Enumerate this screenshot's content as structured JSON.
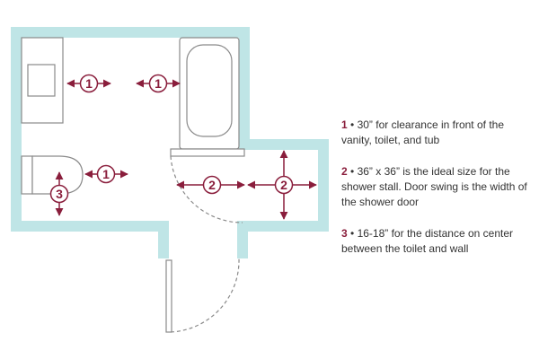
{
  "colors": {
    "wall": "#bfe5e6",
    "fixture": "#8a8a8a",
    "accent": "#8a1e3c",
    "text": "#333333"
  },
  "markers": {
    "one": "1",
    "two": "2",
    "three": "3"
  },
  "legend": [
    {
      "number": "1",
      "separator": "•",
      "text": "30” for clearance in front of the vanity, toilet, and tub"
    },
    {
      "number": "2",
      "separator": "•",
      "text": "36” x 36” is the ideal size for the shower stall. Door swing is the width of the shower door"
    },
    {
      "number": "3",
      "separator": "•",
      "text": "16-18” for the distance on center between the toilet and wall"
    }
  ]
}
